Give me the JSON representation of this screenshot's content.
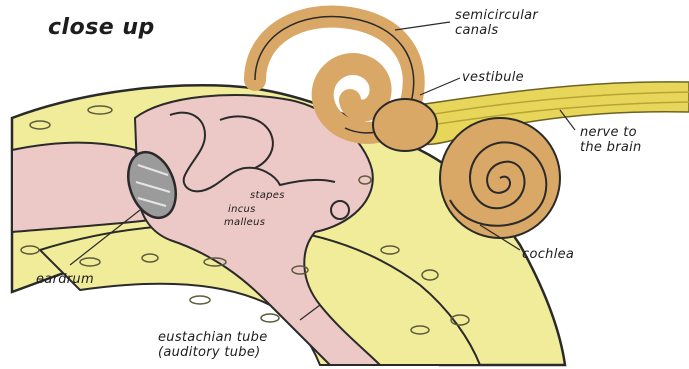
{
  "title": "close up",
  "labels": {
    "semicircular_line1": "semicircular",
    "semicircular_line2": "canals",
    "vestibule": "vestibule",
    "nerve_line1": "nerve to",
    "nerve_line2": "the brain",
    "cochlea": "cochlea",
    "stapes": "stapes",
    "incus": "incus",
    "malleus": "malleus",
    "eardrum": "eardrum",
    "eustachian_line1": "eustachian tube",
    "eustachian_line2": "(auditory tube)"
  },
  "colors": {
    "bone": "#f1ec9a",
    "canal": "#ecc9c6",
    "cochlea": "#d9a766",
    "outline": "#2a2a2a",
    "nerve": "#e7d65a",
    "eardrum": "#9b9b9b"
  }
}
